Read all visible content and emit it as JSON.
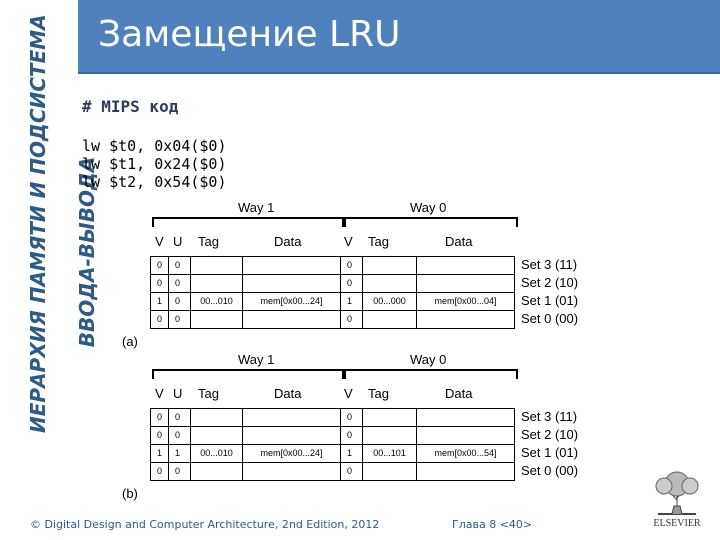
{
  "sidebar": {
    "line1": "ИЕРАРХИЯ ПАМЯТИ И ПОДСИСТЕМА",
    "line2": "ВВОДА-ВЫВОДА"
  },
  "title": "Замещение LRU",
  "code": {
    "heading": "# MIPS код",
    "lines": [
      "lw $t0, 0x04($0)",
      "lw $t1, 0x24($0)",
      "lw $t2, 0x54($0)"
    ]
  },
  "diagram_a": {
    "label": "(a)",
    "way1": "Way 1",
    "way0": "Way 0",
    "headers": {
      "v1": "V",
      "u": "U",
      "tag1": "Tag",
      "data1": "Data",
      "v0": "V",
      "tag0": "Tag",
      "data0": "Data"
    },
    "rows": [
      {
        "v1": "0",
        "u": "0",
        "tag1": "",
        "data1": "",
        "v0": "0",
        "tag0": "",
        "data0": "",
        "set": "Set 3 (11)"
      },
      {
        "v1": "0",
        "u": "0",
        "tag1": "",
        "data1": "",
        "v0": "0",
        "tag0": "",
        "data0": "",
        "set": "Set 2 (10)"
      },
      {
        "v1": "1",
        "u": "0",
        "tag1": "00...010",
        "data1": "mem[0x00...24]",
        "v0": "1",
        "tag0": "00...000",
        "data0": "mem[0x00...04]",
        "set": "Set 1 (01)"
      },
      {
        "v1": "0",
        "u": "0",
        "tag1": "",
        "data1": "",
        "v0": "0",
        "tag0": "",
        "data0": "",
        "set": "Set 0 (00)"
      }
    ]
  },
  "diagram_b": {
    "label": "(b)",
    "way1": "Way 1",
    "way0": "Way 0",
    "headers": {
      "v1": "V",
      "u": "U",
      "tag1": "Tag",
      "data1": "Data",
      "v0": "V",
      "tag0": "Tag",
      "data0": "Data"
    },
    "rows": [
      {
        "v1": "0",
        "u": "0",
        "tag1": "",
        "data1": "",
        "v0": "0",
        "tag0": "",
        "data0": "",
        "set": "Set 3 (11)"
      },
      {
        "v1": "0",
        "u": "0",
        "tag1": "",
        "data1": "",
        "v0": "0",
        "tag0": "",
        "data0": "",
        "set": "Set 2 (10)"
      },
      {
        "v1": "1",
        "u": "1",
        "tag1": "00...010",
        "data1": "mem[0x00...24]",
        "v0": "1",
        "tag0": "00...101",
        "data0": "mem[0x00...54]",
        "set": "Set 1 (01)"
      },
      {
        "v1": "0",
        "u": "0",
        "tag1": "",
        "data1": "",
        "v0": "0",
        "tag0": "",
        "data0": "",
        "set": "Set 0 (00)"
      }
    ]
  },
  "footer": {
    "copyright": "© Digital Design and Computer Architecture, 2nd Edition, 2012",
    "page": "Глава 8 <40>"
  },
  "logo": {
    "text": "ELSEVIER",
    "icon": "elsevier-tree-icon"
  }
}
